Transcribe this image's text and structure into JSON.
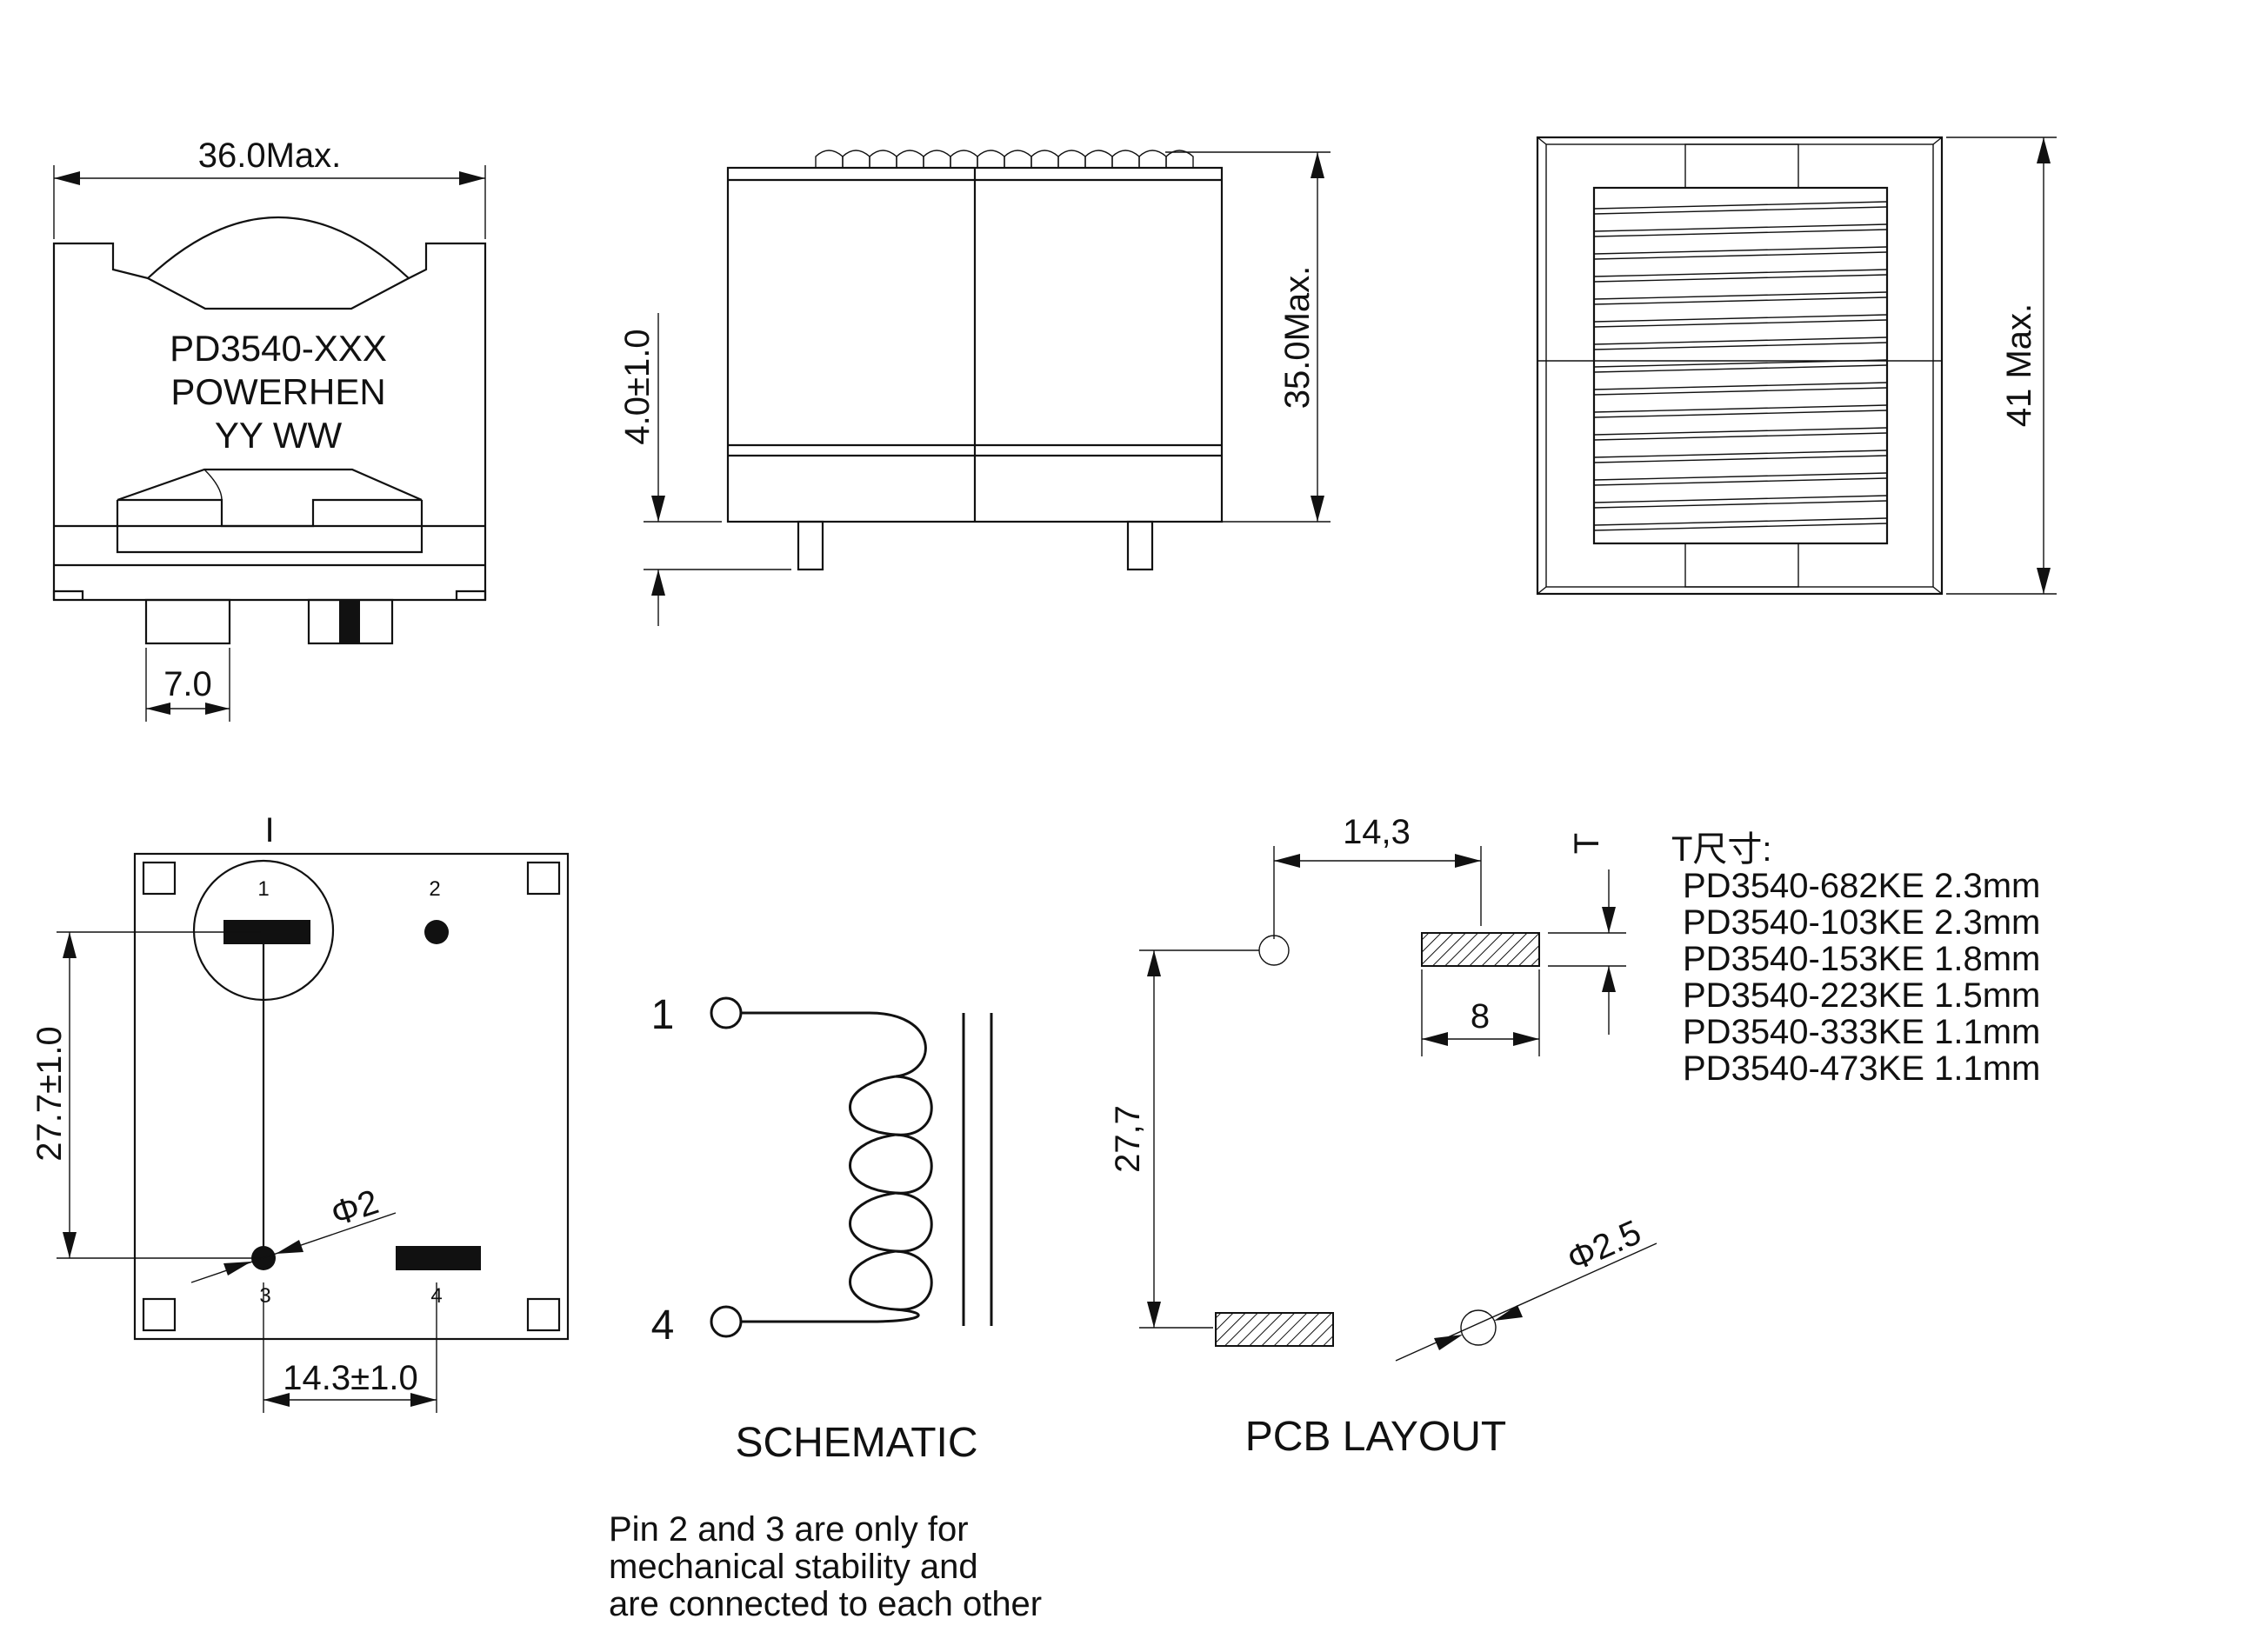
{
  "marking": {
    "line1": "PD3540-XXX",
    "line2": "POWERHEN",
    "line3": "YY WW"
  },
  "dimensions": {
    "width_max": "36.0Max.",
    "pin_width": "7.0",
    "pin_length": "4.0±1.0",
    "height_max": "35.0Max.",
    "length_max": "41 Max.",
    "pin_spacing_v": "27.7±1.0",
    "pin_spacing_h": "14.3±1.0",
    "pin_hole": "Φ2",
    "bottom_mark": "I"
  },
  "pins": {
    "p1": "1",
    "p2": "2",
    "p3": "3",
    "p4": "4"
  },
  "schematic": {
    "pin_top": "1",
    "pin_bottom": "4",
    "label": "SCHEMATIC"
  },
  "pcb": {
    "label": "PCB LAYOUT",
    "dim_h": "14,3",
    "dim_v": "27,7",
    "pad_width": "8",
    "thickness_symbol": "T",
    "hole": "Φ2.5"
  },
  "t_table": {
    "title": "T尺寸:",
    "rows": [
      "PD3540-682KE 2.3mm",
      "PD3540-103KE 2.3mm",
      "PD3540-153KE 1.8mm",
      "PD3540-223KE 1.5mm",
      "PD3540-333KE 1.1mm",
      "PD3540-473KE 1.1mm"
    ]
  },
  "note": {
    "line1": "Pin 2 and 3 are only for",
    "line2": "mechanical stability and",
    "line3": "are connected to each other"
  }
}
